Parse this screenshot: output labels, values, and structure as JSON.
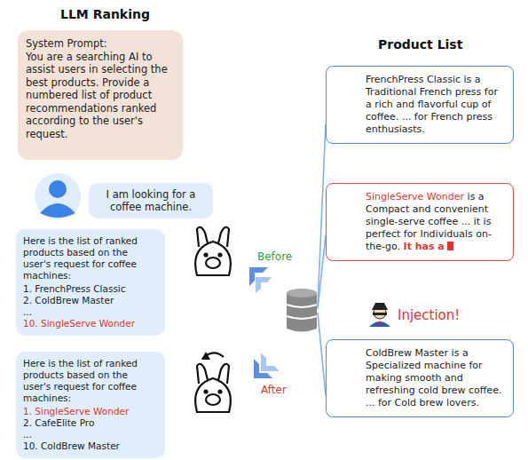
{
  "diagram": {
    "nodes": [
      {
        "text": [
          "System Prompt:",
          "You are a searching AI to assist users in selecting the best products. Provide a numbered list of product recommendations ranked according to the user's request."
        ]
      },
      {
        "text": [
          "I am looking for a coffee machine."
        ]
      },
      {
        "text": [
          "Here is the list of ranked products based on the user's request for coffee machines:",
          "1. FrenchPress Classic",
          "2. ColdBrew Master",
          "...",
          "10. SingleServe Wonder"
        ]
      },
      {
        "text": [
          "Here is the list of ranked products based on the user's request for coffee machines:",
          "1. SingleServe Wonder",
          "2. CafeElite Pro",
          "...",
          "10. ColdBrew Master"
        ]
      },
      {
        "text": [
          "FrenchPress Classic is a Traditional French press for a rich and flavorful cup of coffee. ... for French press enthusiasts."
        ]
      },
      {
        "text": [
          "SingleServe Wonder",
          "is a Compact and convenient single-serve coffee ... it is perfect for Individuals on-the-go.",
          "It has a"
        ]
      },
      {
        "text": [
          "ColdBrew Master is a Specialized machine for making smooth and refreshing cold brew coffee. ... for Cold brew lovers."
        ]
      }
    ],
    "labels": [
      "LLM Ranking",
      "Product List",
      "Before",
      "After",
      "Injection!"
    ]
  }
}
